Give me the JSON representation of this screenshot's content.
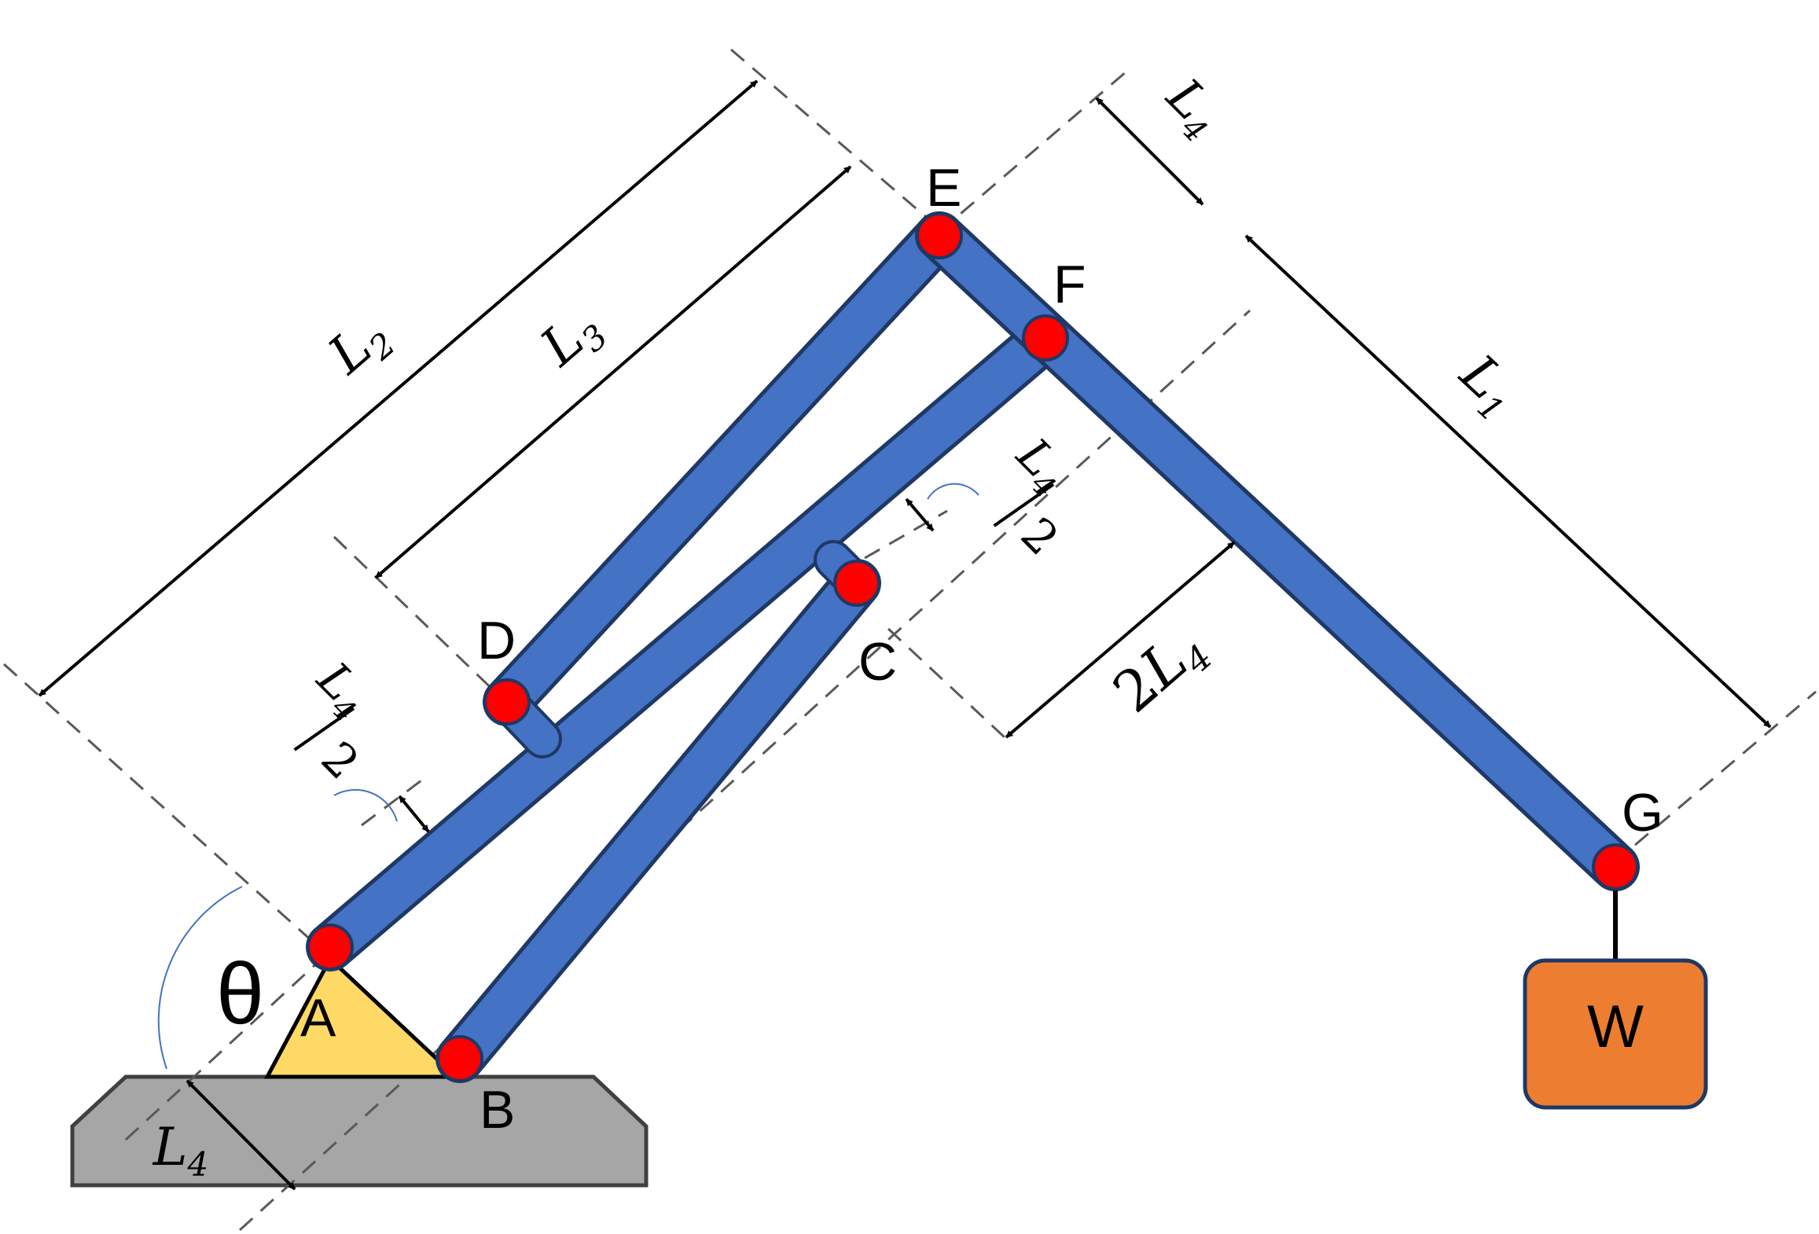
{
  "points": {
    "A": "A",
    "B": "B",
    "C": "C",
    "D": "D",
    "E": "E",
    "F": "F",
    "G": "G"
  },
  "angle_label": "θ",
  "weight_label": "W",
  "dimensions": {
    "L1": {
      "main": "L",
      "sub": "1"
    },
    "L2": {
      "main": "L",
      "sub": "2"
    },
    "L3": {
      "main": "L",
      "sub": "3"
    },
    "L4_top": {
      "main": "L",
      "sub": "4"
    },
    "L4_base": {
      "main": "L",
      "sub": "4"
    },
    "two_L4": {
      "coef": "2",
      "main": "L",
      "sub": "4"
    },
    "half_L4_left": {
      "main": "L",
      "sub": "4",
      "den": "2"
    },
    "half_L4_right": {
      "main": "L",
      "sub": "4",
      "den": "2"
    }
  },
  "colors": {
    "link_fill": "#4472c4",
    "link_stroke": "#1f3864",
    "joint_fill": "#ff0000",
    "joint_stroke": "#1f3864",
    "base_fill": "#a6a6a6",
    "base_stroke": "#404040",
    "support_fill": "#ffd966",
    "weight_fill": "#ed7d31",
    "weight_stroke": "#1f3864",
    "dim_line": "#000000",
    "guide_line": "#595959",
    "arc_line": "#4472c4"
  }
}
